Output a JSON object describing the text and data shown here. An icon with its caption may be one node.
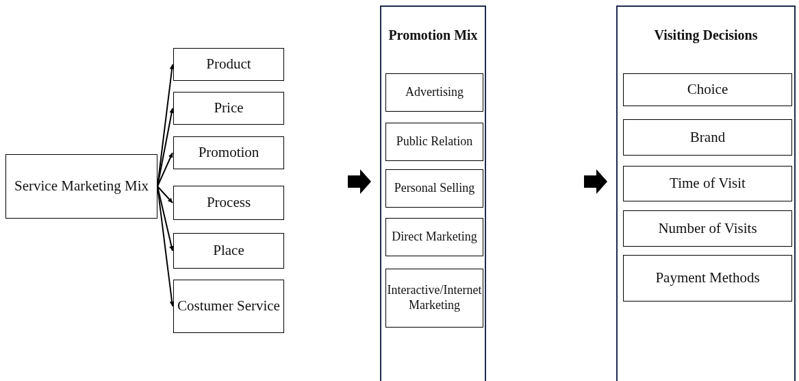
{
  "diagram": {
    "nodes": [
      {
        "text": [
          "Service Marketing Mix"
        ]
      },
      {
        "text": [
          "Product"
        ]
      },
      {
        "text": [
          "Price"
        ]
      },
      {
        "text": [
          "Promotion"
        ]
      },
      {
        "text": [
          "Process"
        ]
      },
      {
        "text": [
          "Place"
        ]
      },
      {
        "text": [
          "Costumer Service"
        ]
      },
      {
        "text": [
          "Promotion Mix"
        ]
      },
      {
        "text": [
          "Advertising"
        ],
        "in": 7
      },
      {
        "text": [
          "Public Relation"
        ],
        "in": 7
      },
      {
        "text": [
          "Personal Selling"
        ],
        "in": 7
      },
      {
        "text": [
          "Direct Marketing"
        ],
        "in": 7
      },
      {
        "text": [
          "Interactive/Internet Marketing"
        ],
        "in": 7
      },
      {
        "text": [
          "Visiting Decisions"
        ]
      },
      {
        "text": [
          "Choice"
        ],
        "in": 13
      },
      {
        "text": [
          "Brand"
        ],
        "in": 13
      },
      {
        "text": [
          "Time of Visit"
        ],
        "in": 13
      },
      {
        "text": [
          "Number of Visits"
        ],
        "in": 13
      },
      {
        "text": [
          "Payment Methods"
        ],
        "in": 13
      }
    ],
    "edges": [
      {
        "from": 0,
        "to": 1,
        "arrow": "to"
      },
      {
        "from": 0,
        "to": 2,
        "arrow": "to"
      },
      {
        "from": 0,
        "to": 3,
        "arrow": "to"
      },
      {
        "from": 0,
        "to": 4,
        "arrow": "to"
      },
      {
        "from": 0,
        "to": 5,
        "arrow": "to"
      },
      {
        "from": 0,
        "to": 6,
        "arrow": "to"
      },
      {
        "from": null,
        "to": 7,
        "arrow": "to",
        "style": "thick"
      },
      {
        "from": null,
        "to": 13,
        "arrow": "to",
        "style": "thick"
      }
    ]
  }
}
